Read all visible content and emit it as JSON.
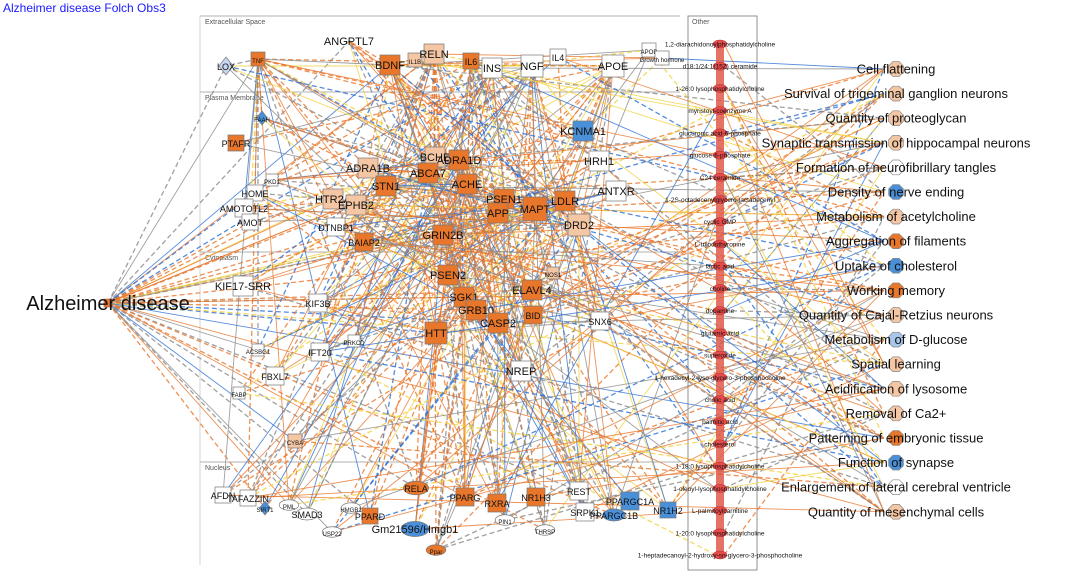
{
  "title": "Alzheimer disease Folch Obs3",
  "colors": {
    "up_strong": "#e8762b",
    "up_light": "#f5c6a3",
    "down": "#4a90d9",
    "measured": "#e84b4b",
    "edge_orange": "#e8762b",
    "edge_yellow": "#f2d13a",
    "edge_blue": "#2b6fd4",
    "edge_gray": "#888888"
  },
  "regions": {
    "extracellular": "Extracellular Space",
    "plasma_membrane": "Plasma Membrane",
    "cytoplasm": "Cytoplasm",
    "nucleus": "Nucleus",
    "other": "Other"
  },
  "hub": {
    "label": "Alzheimer disease"
  },
  "nodes": [
    {
      "id": "lox",
      "label": "LOX",
      "shape": "diamond",
      "color": "#c7d7ef"
    },
    {
      "id": "angptl7",
      "label": "ANGPTL7",
      "shape": "none",
      "color": "#ffffff"
    },
    {
      "id": "tnf",
      "label": "TNF",
      "shape": "rect",
      "color": "#e8762b"
    },
    {
      "id": "bdnf",
      "label": "BDNF",
      "shape": "rect",
      "color": "#e8762b"
    },
    {
      "id": "il1b",
      "label": "IL1B",
      "shape": "rect",
      "color": "#f5c6a3"
    },
    {
      "id": "reln",
      "label": "RELN",
      "shape": "rect",
      "color": "#f5c6a3"
    },
    {
      "id": "il6",
      "label": "IL6",
      "shape": "rect",
      "color": "#e8762b"
    },
    {
      "id": "ins",
      "label": "INS",
      "shape": "rect",
      "color": "#ffffff"
    },
    {
      "id": "ngf",
      "label": "NGF",
      "shape": "rect",
      "color": "#ffffff"
    },
    {
      "id": "il4",
      "label": "IL4",
      "shape": "rect",
      "color": "#ffffff"
    },
    {
      "id": "apoe",
      "label": "APOE",
      "shape": "rect",
      "color": "#ffffff"
    },
    {
      "id": "apob",
      "label": "APOB",
      "shape": "rect",
      "color": "#ffffff"
    },
    {
      "id": "gh",
      "label": "Growth hormone",
      "shape": "rect",
      "color": "#ffffff"
    },
    {
      "id": "faah",
      "label": "FAAH",
      "shape": "diamond",
      "color": "#4a90d9"
    },
    {
      "id": "ptafr",
      "label": "PTAFR",
      "shape": "rect",
      "color": "#e8762b"
    },
    {
      "id": "bche",
      "label": "BCHE",
      "shape": "rect",
      "color": "#f5c6a3"
    },
    {
      "id": "adra1d",
      "label": "ADRA1D",
      "shape": "rect",
      "color": "#e8762b"
    },
    {
      "id": "adra1b",
      "label": "ADRA1B",
      "shape": "rect",
      "color": "#f5c6a3"
    },
    {
      "id": "abca7",
      "label": "ABCA7",
      "shape": "rect",
      "color": "#e8762b"
    },
    {
      "id": "ache",
      "label": "ACHE",
      "shape": "rect",
      "color": "#e8762b"
    },
    {
      "id": "stn1",
      "label": "STN1",
      "shape": "rect",
      "color": "#e8762b"
    },
    {
      "id": "home",
      "label": "HOME",
      "shape": "rect",
      "color": "#ffffff"
    },
    {
      "id": "htr2a",
      "label": "HTR2A",
      "shape": "rect",
      "color": "#f5c6a3"
    },
    {
      "id": "ephb2",
      "label": "EPHB2",
      "shape": "rect",
      "color": "#f5c6a3"
    },
    {
      "id": "amotl2",
      "label": "AMOTOTL2",
      "shape": "rect",
      "color": "#ffffff"
    },
    {
      "id": "amot",
      "label": "AMOT",
      "shape": "rect",
      "color": "#ffffff"
    },
    {
      "id": "baiap2",
      "label": "BAIAP2",
      "shape": "rect",
      "color": "#e8762b"
    },
    {
      "id": "dtnbp1",
      "label": "DTNBP1",
      "shape": "rect",
      "color": "#ffffff"
    },
    {
      "id": "grin2b",
      "label": "GRIN2B",
      "shape": "rect",
      "color": "#e8762b"
    },
    {
      "id": "psen1",
      "label": "PSEN1",
      "shape": "rect",
      "color": "#e8762b"
    },
    {
      "id": "app",
      "label": "APP",
      "shape": "rect",
      "color": "#e8762b"
    },
    {
      "id": "mapt",
      "label": "MAPT",
      "shape": "rect",
      "color": "#e8762b"
    },
    {
      "id": "drd2",
      "label": "DRD2",
      "shape": "rect",
      "color": "#f5c6a3"
    },
    {
      "id": "ldlr",
      "label": "LDLR",
      "shape": "rect",
      "color": "#e8762b"
    },
    {
      "id": "hrh1",
      "label": "HRH1",
      "shape": "rect",
      "color": "#ffffff"
    },
    {
      "id": "antxr",
      "label": "ANTXR",
      "shape": "rect",
      "color": "#ffffff"
    },
    {
      "id": "kcnma1",
      "label": "KCNMA1",
      "shape": "rect",
      "color": "#4a90d9"
    },
    {
      "id": "pkd1",
      "label": "PKD1",
      "shape": "rect",
      "color": "#ffffff"
    },
    {
      "id": "psen2",
      "label": "PSEN2",
      "shape": "rect",
      "color": "#e8762b"
    },
    {
      "id": "elavl4",
      "label": "ELAVL4",
      "shape": "rect",
      "color": "#e8762b"
    },
    {
      "id": "kif17",
      "label": "KIF17-SRR",
      "shape": "rect",
      "color": "#ffffff"
    },
    {
      "id": "kif3b",
      "label": "KIF3B",
      "shape": "rect",
      "color": "#ffffff"
    },
    {
      "id": "sgk1",
      "label": "SGK1",
      "shape": "rect",
      "color": "#e8762b"
    },
    {
      "id": "grb10",
      "label": "GRB10",
      "shape": "rect",
      "color": "#e8762b"
    },
    {
      "id": "bid",
      "label": "BID",
      "shape": "rect",
      "color": "#e8762b"
    },
    {
      "id": "casp2",
      "label": "CASP2",
      "shape": "rect",
      "color": "#e8762b"
    },
    {
      "id": "htt",
      "label": "HTT",
      "shape": "rect",
      "color": "#e8762b"
    },
    {
      "id": "snx6",
      "label": "SNX6",
      "shape": "rect",
      "color": "#ffffff"
    },
    {
      "id": "ift20",
      "label": "IFT20",
      "shape": "rect",
      "color": "#ffffff"
    },
    {
      "id": "fbxl7",
      "label": "FBXL7",
      "shape": "rect",
      "color": "#ffffff"
    },
    {
      "id": "nrep",
      "label": "NREP",
      "shape": "rect",
      "color": "#ffffff"
    },
    {
      "id": "afdn",
      "label": "AFDN",
      "shape": "rect",
      "color": "#ffffff"
    },
    {
      "id": "tafazzin",
      "label": "TAFAZZIN",
      "shape": "rect",
      "color": "#ffffff"
    },
    {
      "id": "sirt1",
      "label": "SIRT1",
      "shape": "diamond",
      "color": "#4a90d9"
    },
    {
      "id": "pml",
      "label": "PML",
      "shape": "ellipse",
      "color": "#ffffff"
    },
    {
      "id": "smad3",
      "label": "SMAD3",
      "shape": "ellipse",
      "color": "#ffffff"
    },
    {
      "id": "hmgb1",
      "label": "HMGB1",
      "shape": "ellipse",
      "color": "#ffffff"
    },
    {
      "id": "ppard",
      "label": "PPARD",
      "shape": "rect",
      "color": "#e8762b"
    },
    {
      "id": "rela",
      "label": "RELA",
      "shape": "ellipse",
      "color": "#e8762b"
    },
    {
      "id": "pparg",
      "label": "PPARG",
      "shape": "rect",
      "color": "#e8762b"
    },
    {
      "id": "rxra",
      "label": "RXRA",
      "shape": "rect",
      "color": "#e8762b"
    },
    {
      "id": "nr1h3",
      "label": "NR1H3",
      "shape": "rect",
      "color": "#e8762b"
    },
    {
      "id": "rest",
      "label": "REST",
      "shape": "rect",
      "color": "#ffffff"
    },
    {
      "id": "srpk1",
      "label": "SRPK1",
      "shape": "rect",
      "color": "#ffffff"
    },
    {
      "id": "ppargc1a",
      "label": "PPARGC1A",
      "shape": "rect",
      "color": "#4a90d9"
    },
    {
      "id": "nr1h2",
      "label": "NR1H2",
      "shape": "rect",
      "color": "#4a90d9"
    },
    {
      "id": "ppargc1b",
      "label": "PPARGC1B",
      "shape": "ellipse",
      "color": "#4a90d9"
    },
    {
      "id": "gm",
      "label": "Gm21596/Hmgb1",
      "shape": "ellipse",
      "color": "#4a90d9"
    },
    {
      "id": "usp22",
      "label": "USP22",
      "shape": "ellipse",
      "color": "#ffffff"
    },
    {
      "id": "pin1",
      "label": "PIN1",
      "shape": "ellipse",
      "color": "#ffffff"
    },
    {
      "id": "thrsp",
      "label": "THRSP",
      "shape": "ellipse",
      "color": "#ffffff"
    },
    {
      "id": "ppar",
      "label": "Ppar",
      "shape": "ellipse",
      "color": "#e8762b"
    },
    {
      "id": "cyba",
      "label": "CYBA",
      "shape": "rect",
      "color": "#f5c6a3"
    },
    {
      "id": "acsbg1",
      "label": "ACSBG1",
      "shape": "rect",
      "color": "#ffffff"
    },
    {
      "id": "fabp",
      "label": "FABP",
      "shape": "rect",
      "color": "#ffffff"
    },
    {
      "id": "prkcd",
      "label": "PRKCD",
      "shape": "rect",
      "color": "#ffffff"
    },
    {
      "id": "nos1",
      "label": "NOS1",
      "shape": "rect",
      "color": "#f5c6a3"
    }
  ],
  "other_items": [
    "1,2-diarachidonoylphosphatidylcholine",
    "d18:1/24:1(15Z) ceramide",
    "1-26:0 lysophosphatidylcholine",
    "myristoyl-coenzyme A",
    "glucuronic acid-6-phosphate",
    "glucose-6-phosphate",
    "C24 ceramide",
    "1-2S-octadecenylglycero-lactadecenyl",
    "cyclic GMP",
    "L-triiodothyronine",
    "lactic acid",
    "choline",
    "dopamine",
    "glutamic acid",
    "superoxide",
    "1-hexadecyl-2-lyso-glycero-3-phosphocholine",
    "cholic acid",
    "palmitic acid",
    "cholesterol",
    "1-18:0 lysophosphatidylcholine",
    "1-oleoyl-lysophosphatidylcholine",
    "L-palmitoylcarnitine",
    "1-20:0 lysophosphatidylcholine",
    "1-heptadecanoyl-2-hydroxy-sn-glycero-3-phosphocholine"
  ],
  "functions": [
    {
      "label": "Cell flattening",
      "color": "#f5c6a3"
    },
    {
      "label": "Survival of trigeminal ganglion neurons",
      "color": "#f5c6a3"
    },
    {
      "label": "Quantity of proteoglycan",
      "color": "#f5c6a3"
    },
    {
      "label": "Synaptic transmission of hippocampal neurons",
      "color": "#f5c6a3"
    },
    {
      "label": "Formation of neurofibrillary tangles",
      "color": "#ffffff"
    },
    {
      "label": "Density of nerve ending",
      "color": "#4a90d9"
    },
    {
      "label": "Metabolism of acetylcholine",
      "color": "#f5c6a3"
    },
    {
      "label": "Aggregation of filaments",
      "color": "#e8762b"
    },
    {
      "label": "Uptake of cholesterol",
      "color": "#4a90d9"
    },
    {
      "label": "Working memory",
      "color": "#e8762b"
    },
    {
      "label": "Quantity of Cajal-Retzius neurons",
      "color": "#f5c6a3"
    },
    {
      "label": "Metabolism of D-glucose",
      "color": "#a9c6ea"
    },
    {
      "label": "Spatial learning",
      "color": "#f5c6a3"
    },
    {
      "label": "Acidification of lysosome",
      "color": "#f5c6a3"
    },
    {
      "label": "Removal of Ca2+",
      "color": "#f5c6a3"
    },
    {
      "label": "Patterning of embryonic tissue",
      "color": "#e8762b"
    },
    {
      "label": "Function of synapse",
      "color": "#4a90d9"
    },
    {
      "label": "Enlargement of lateral cerebral ventricle",
      "color": "#ffffff"
    },
    {
      "label": "Quantity of mesenchymal cells",
      "color": "#f5c6a3"
    }
  ]
}
